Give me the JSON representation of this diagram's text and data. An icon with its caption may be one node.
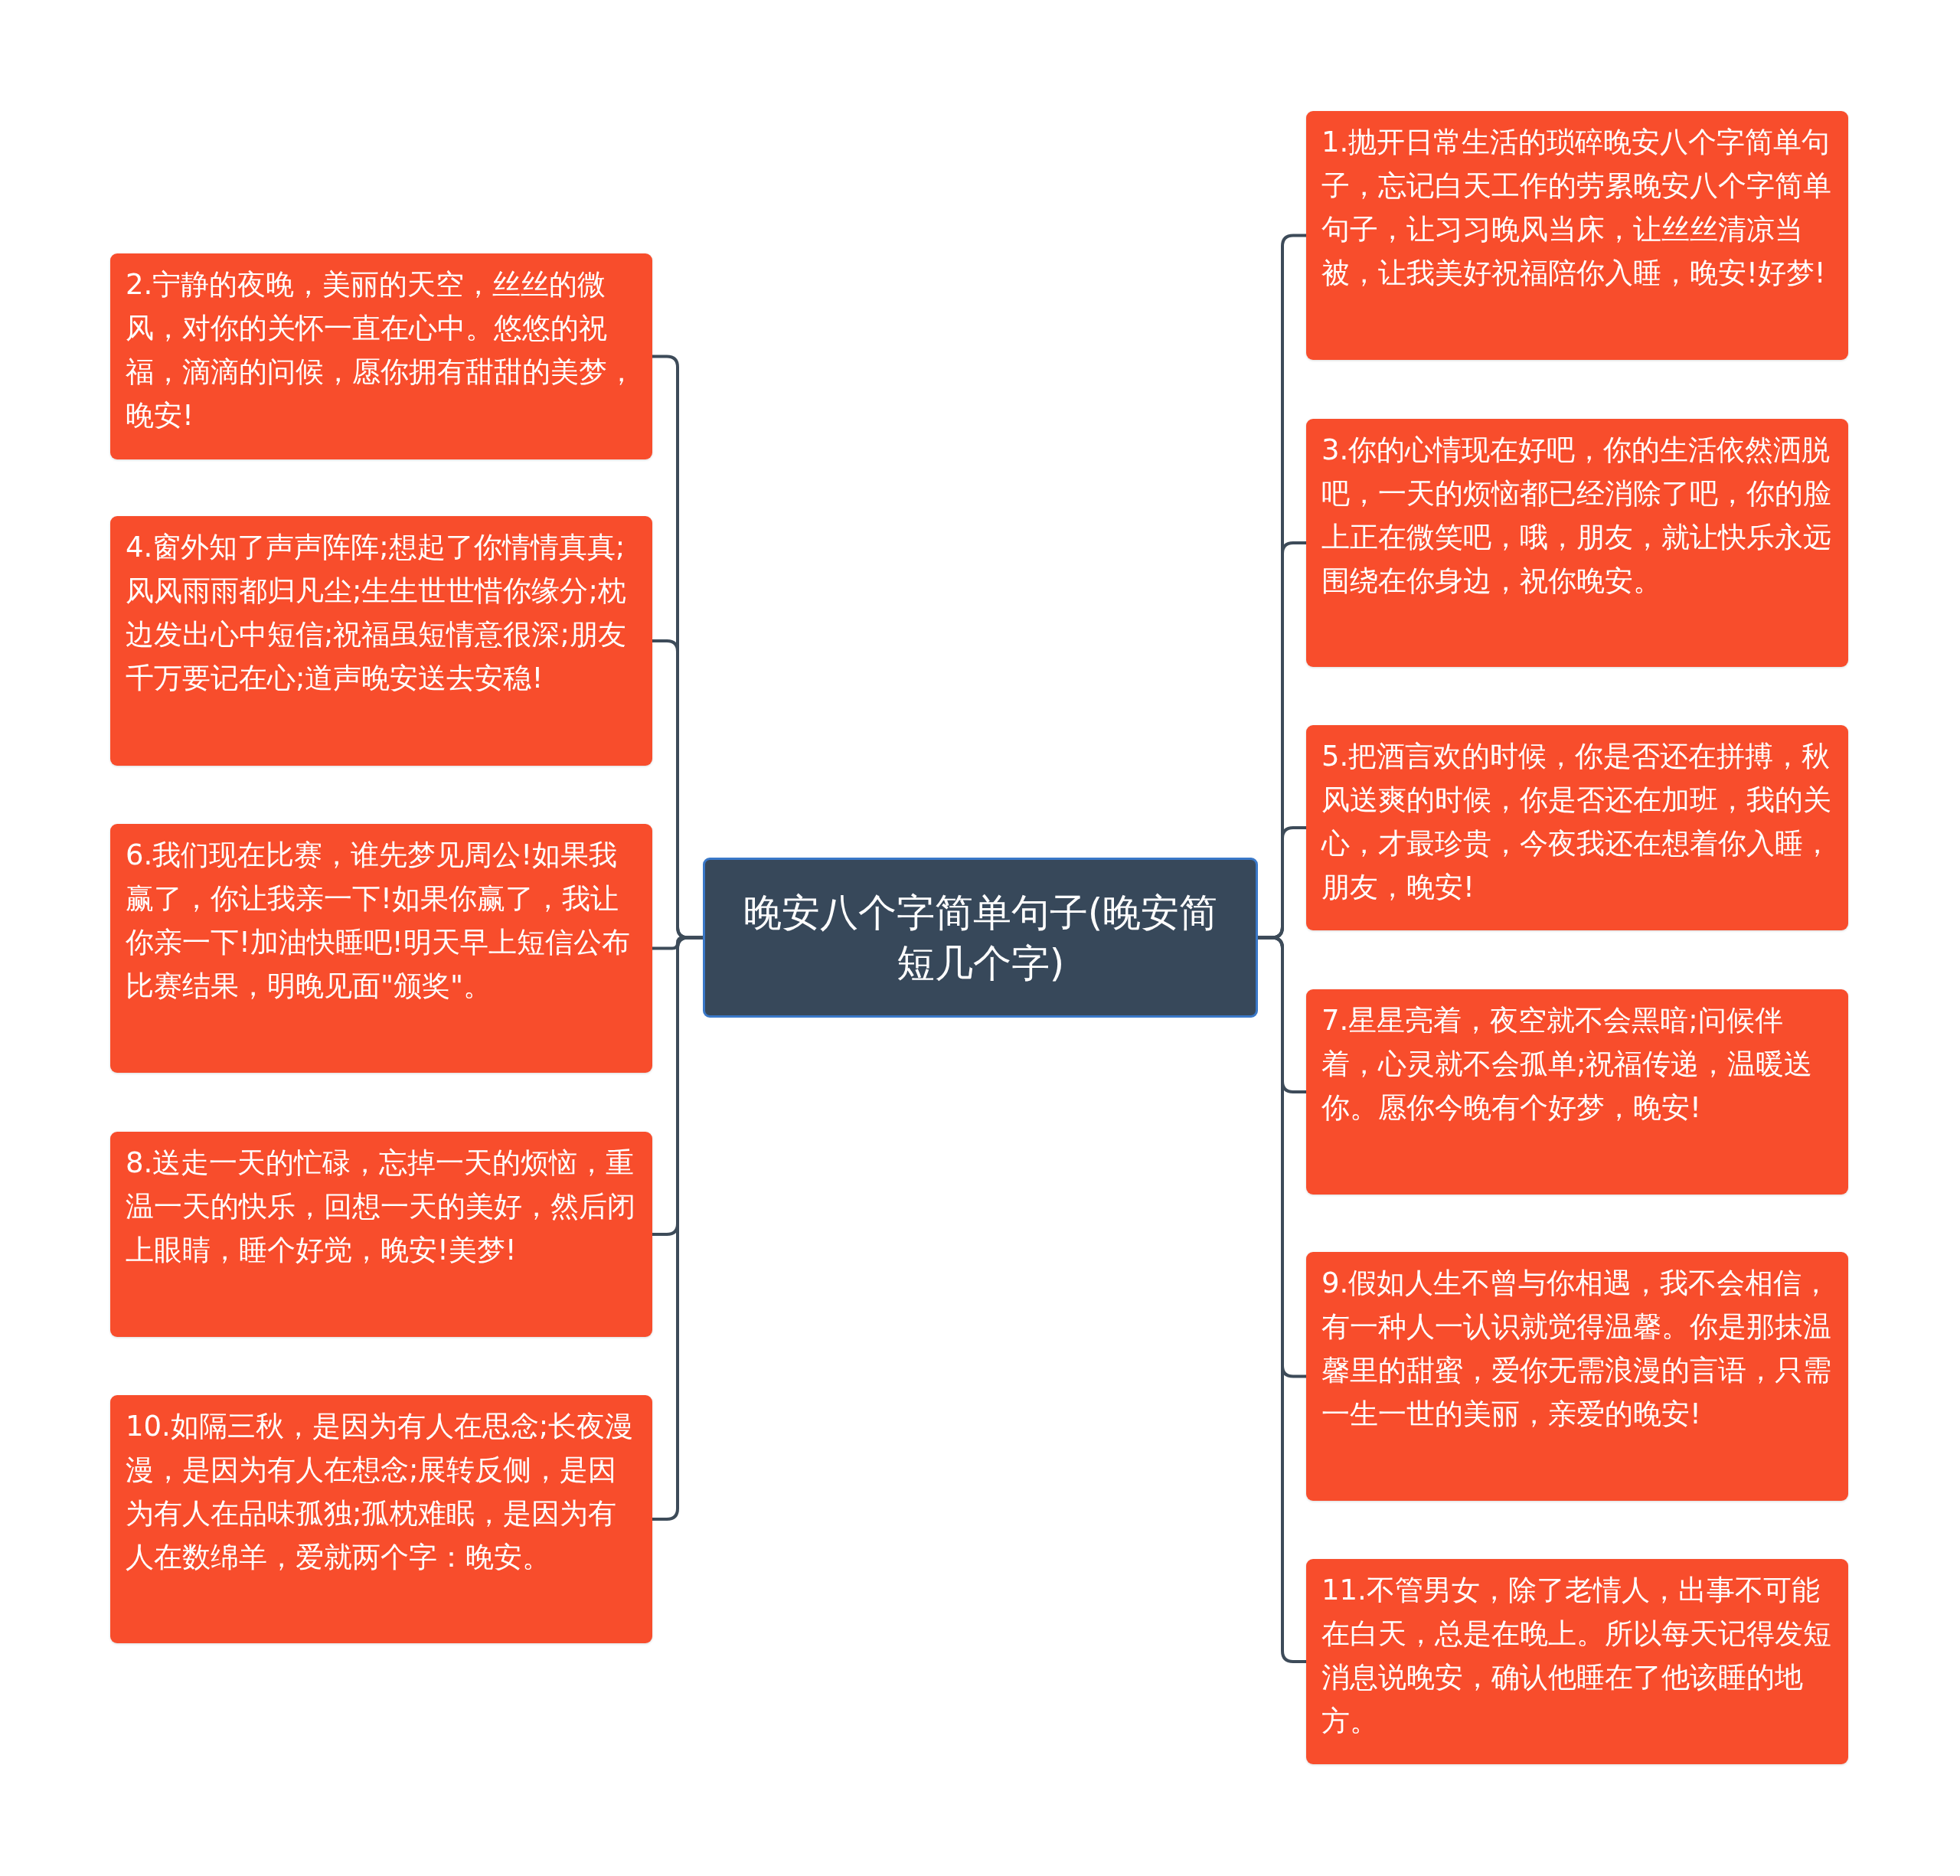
{
  "diagram": {
    "nodes": [
      {
        "text": [
          "晚安八个字简单句子(晚安简短几个字)"
        ]
      },
      {
        "text": [
          "1.抛开日常生活的琐碎晚安八个字简单句子，忘记白天工作的劳累晚安八个字简单句子，让习习晚风当床，让丝丝清凉当被，让我美好祝福陪你入睡，晚安!好梦!"
        ]
      },
      {
        "text": [
          "2.宁静的夜晚，美丽的天空，丝丝的微风，对你的关怀一直在心中。悠悠的祝福，滴滴的问候，愿你拥有甜甜的美梦，晚安!"
        ]
      },
      {
        "text": [
          "3.你的心情现在好吧，你的生活依然洒脱吧，一天的烦恼都已经消除了吧，你的脸上正在微笑吧，哦，朋友，就让快乐永远围绕在你身边，祝你晚安。"
        ]
      },
      {
        "text": [
          "4.窗外知了声声阵阵;想起了你情情真真;风风雨雨都归凡尘;生生世世惜你缘分;枕边发出心中短信;祝福虽短情意很深;朋友千万要记在心;道声晚安送去安稳!"
        ]
      },
      {
        "text": [
          "5.把酒言欢的时候，你是否还在拼搏，秋风送爽的时候，你是否还在加班，我的关心，才最珍贵，今夜我还在想着你入睡，朋友，晚安!"
        ]
      },
      {
        "text": [
          "6.我们现在比赛，谁先梦见周公!如果我赢了，你让我亲一下!如果你赢了，我让你亲一下!加油快睡吧!明天早上短信公布比赛结果，明晚见面\"颁奖\"。"
        ]
      },
      {
        "text": [
          "7.星星亮着，夜空就不会黑暗;问候伴着，心灵就不会孤单;祝福传递，温暖送你。愿你今晚有个好梦，晚安!"
        ]
      },
      {
        "text": [
          "8.送走一天的忙碌，忘掉一天的烦恼，重温一天的快乐，回想一天的美好，然后闭上眼睛，睡个好觉，晚安!美梦!"
        ]
      },
      {
        "text": [
          "9.假如人生不曾与你相遇，我不会相信，有一种人一认识就觉得温馨。你是那抹温馨里的甜蜜，爱你无需浪漫的言语，只需一生一世的美丽，亲爱的晚安!"
        ]
      },
      {
        "text": [
          "10.如隔三秋，是因为有人在思念;长夜漫漫，是因为有人在想念;展转反侧，是因为有人在品味孤独;孤枕难眠，是因为有人在数绵羊，爱就两个字：晚安。"
        ]
      },
      {
        "text": [
          "11.不管男女，除了老情人，出事不可能在白天，总是在晚上。所以每天记得发短消息说晚安，确认他睡在了他该睡的地方。"
        ]
      }
    ],
    "edges": [
      {
        "from": 0,
        "to": 1,
        "arrow": "none"
      },
      {
        "from": 0,
        "to": 2,
        "arrow": "none"
      },
      {
        "from": 0,
        "to": 3,
        "arrow": "none"
      },
      {
        "from": 0,
        "to": 4,
        "arrow": "none"
      },
      {
        "from": 0,
        "to": 5,
        "arrow": "none"
      },
      {
        "from": 0,
        "to": 6,
        "arrow": "none"
      },
      {
        "from": 0,
        "to": 7,
        "arrow": "none"
      },
      {
        "from": 0,
        "to": 8,
        "arrow": "none"
      },
      {
        "from": 0,
        "to": 9,
        "arrow": "none"
      },
      {
        "from": 0,
        "to": 10,
        "arrow": "none"
      },
      {
        "from": 0,
        "to": 11,
        "arrow": "none"
      }
    ]
  }
}
